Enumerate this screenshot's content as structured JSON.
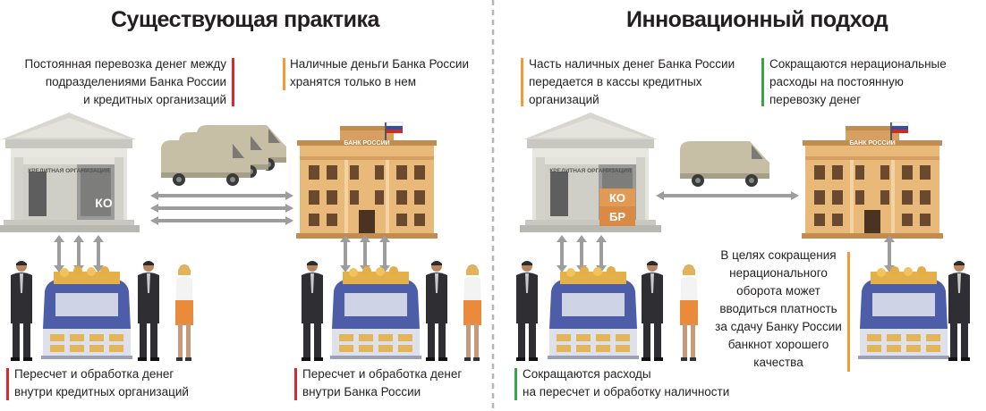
{
  "left": {
    "title": "Существующая практика",
    "note_transport": "Постоянная перевозка денег между\nподразделениями Банка России\nи кредитных организаций",
    "note_cash": "Наличные деньги Банка России\nхранятся только в нем",
    "note_count_ko": "Пересчет и обработка денег\nвнутри кредитных организаций",
    "note_count_br": "Пересчет и обработка денег\nвнутри Банка России",
    "credit_org_sign": "КРЕДИТНАЯ ОРГАНИЗАЦИЯ",
    "vault_label": "КО",
    "bank_sign": "БАНК РОССИИ"
  },
  "right": {
    "title": "Инновационный подход",
    "note_cash": "Часть наличных денег Банка России\nпередается в кассы кредитных\nорганизаций",
    "note_costs": "Сокращаются нерациональные\nрасходы на постоянную\nперевозку денег",
    "note_quality": "В целях сокращения\nнерационального\nоборота может\nвводиться платность\nза сдачу Банку России\nбанкнот хорошего\nкачества",
    "note_processing": "Сокращаются расходы\nна пересчет и обработку  наличности",
    "credit_org_sign": "КРЕДИТНАЯ ОРГАНИЗАЦИЯ",
    "vault_label_1": "КО",
    "vault_label_2": "БР",
    "bank_sign": "БАНК РОССИИ"
  },
  "colors": {
    "red": "#e0262b",
    "orange": "#f39a35",
    "green": "#3aa548",
    "arrow": "#9d9d9d",
    "divider": "#b5b5b5"
  },
  "icons": [
    "bank-building-icon",
    "credit-org-building-icon",
    "van-icon",
    "flag-russia-icon",
    "counting-machine-icon",
    "person-icon"
  ]
}
